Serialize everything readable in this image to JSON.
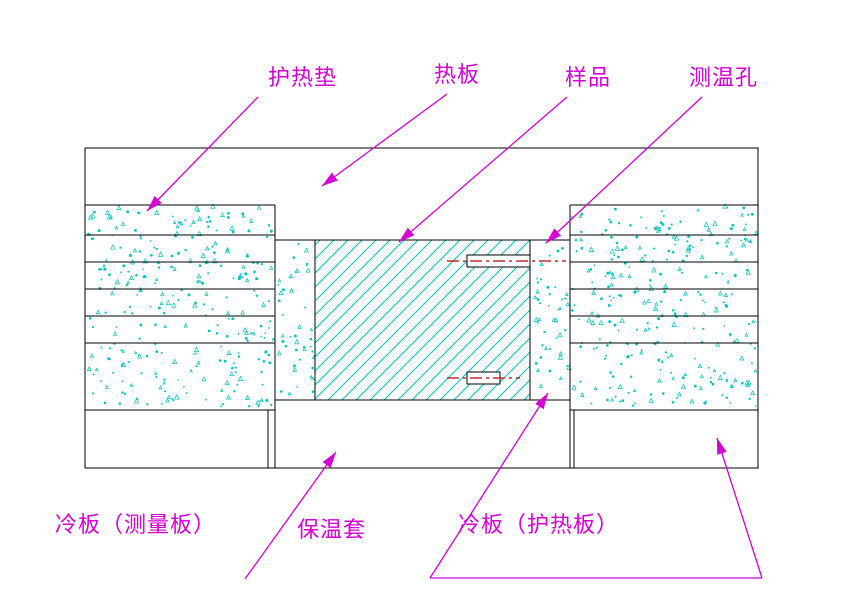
{
  "labels": {
    "guard_pad": "护热垫",
    "hot_plate": "热板",
    "specimen": "样品",
    "temp_hole": "测温孔",
    "cold_plate_measuring": "冷板（测量板）",
    "insulation_sleeve": "保温套",
    "cold_plate_guard": "冷板（护热板）"
  },
  "colors": {
    "line": "#000000",
    "hatch": "#00C2C2",
    "stipple": "#00C2C2",
    "leader": "#D400D4",
    "centerline": "#C00000",
    "bg": "#FFFFFF"
  }
}
